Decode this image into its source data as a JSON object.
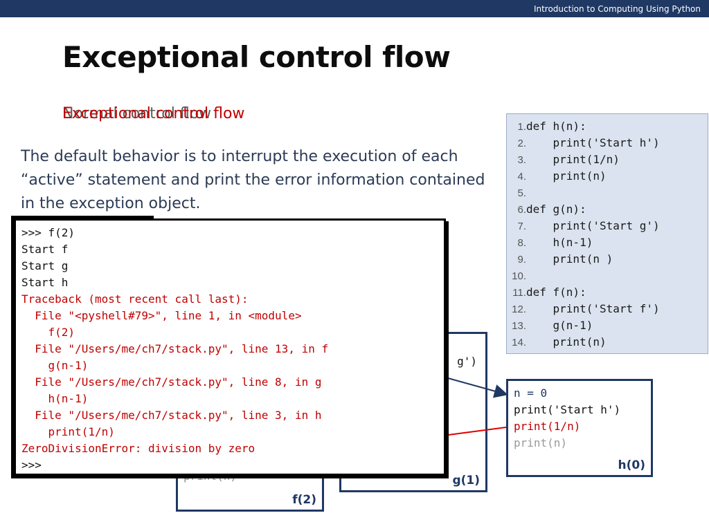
{
  "header": {
    "course": "Introduction to Computing Using Python"
  },
  "slide": {
    "title": "Exceptional control flow",
    "subtitle_red": "Exceptional control flow",
    "subtitle_gray": "Normal control flow",
    "paragraph": "The default behavior is to interrupt the execution of each “active” statement and print the error information contained in the exception object."
  },
  "code_panel": {
    "lines": [
      {
        "n": "1.",
        "code": "def h(n):"
      },
      {
        "n": "2.",
        "code": "    print('Start h')"
      },
      {
        "n": "3.",
        "code": "    print(1/n)"
      },
      {
        "n": "4.",
        "code": "    print(n)"
      },
      {
        "n": "5.",
        "code": ""
      },
      {
        "n": "6.",
        "code": "def g(n):"
      },
      {
        "n": "7.",
        "code": "    print('Start g')"
      },
      {
        "n": "8.",
        "code": "    h(n-1)"
      },
      {
        "n": "9.",
        "code": "    print(n )"
      },
      {
        "n": "10.",
        "code": ""
      },
      {
        "n": "11.",
        "code": "def f(n):"
      },
      {
        "n": "12.",
        "code": "    print('Start f')"
      },
      {
        "n": "13.",
        "code": "    g(n-1)"
      },
      {
        "n": "14.",
        "code": "    print(n)"
      }
    ]
  },
  "frames": {
    "f": {
      "label": "f(2)",
      "peek": "print(n)"
    },
    "g": {
      "label": "g(1)",
      "peek": "g')"
    },
    "h": {
      "label": "h(0)",
      "lines": [
        "n = 0",
        "print('Start h')",
        "print(1/n)",
        "print(n)"
      ]
    }
  },
  "console": {
    "lines": [
      {
        "t": ">>> f(2)",
        "err": false
      },
      {
        "t": "Start f",
        "err": false
      },
      {
        "t": "Start g",
        "err": false
      },
      {
        "t": "Start h",
        "err": false
      },
      {
        "t": "Traceback (most recent call last):",
        "err": true
      },
      {
        "t": "  File \"<pyshell#79>\", line 1, in <module>",
        "err": true
      },
      {
        "t": "    f(2)",
        "err": true
      },
      {
        "t": "  File \"/Users/me/ch7/stack.py\", line 13, in f",
        "err": true
      },
      {
        "t": "    g(n-1)",
        "err": true
      },
      {
        "t": "  File \"/Users/me/ch7/stack.py\", line 8, in g",
        "err": true
      },
      {
        "t": "    h(n-1)",
        "err": true
      },
      {
        "t": "  File \"/Users/me/ch7/stack.py\", line 3, in h",
        "err": true
      },
      {
        "t": "    print(1/n)",
        "err": true
      },
      {
        "t": "ZeroDivisionError: division by zero",
        "err": true
      },
      {
        "t": ">>>",
        "err": false
      }
    ]
  },
  "colors": {
    "header_bg": "#1f3864",
    "frame_border": "#1f3864",
    "error": "#c00000",
    "code_bg": "#dae3ef"
  }
}
